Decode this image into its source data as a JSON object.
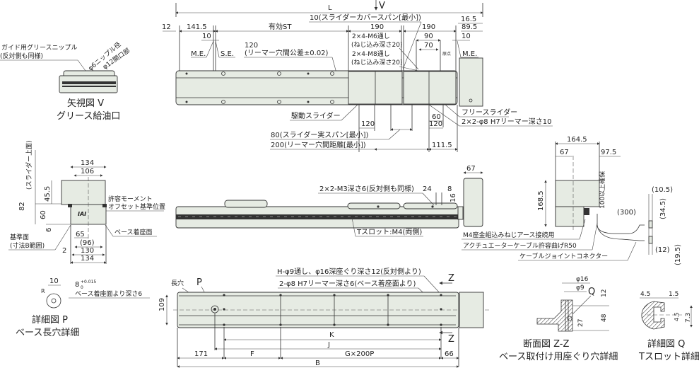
{
  "top_view": {
    "arrow_v": "V",
    "L": "L",
    "cover_span": "10(スライダーカバースパン[最小])",
    "d12": "12",
    "d141_5": "141.5",
    "stroke": "有効ST",
    "d190a": "190",
    "d190b": "190",
    "d16_5": "16.5",
    "d89_5": "89.5",
    "d10a": "10",
    "d10b": "10",
    "me_left": "M.E.",
    "se": "S.E.",
    "me_right": "M.E.",
    "origin": "原点",
    "d120": "120",
    "reamer_tol": "(リーマー穴間公差±0.02)",
    "m6": "2×4-M6通し",
    "m6_depth": "(ねじ込み深さ20)",
    "m8": "2×4-M8通し",
    "m8_depth": "(ねじ込み深さ20)",
    "d90": "90",
    "d70": "70",
    "drive_slider": "駆動スライダー",
    "free_slider": "フリースライダー",
    "reamer10": "2×2-φ8 H7リーマー深さ10",
    "d60": "60",
    "d120b": "120",
    "d120c": "120",
    "slider_span": "80(スライダー実スパン[最小])",
    "reamer_dist": "200(リーマー穴間距離[最小])",
    "d111_5": "111.5"
  },
  "view_v": {
    "nipple": "ガイド用グリースニップル",
    "nipple_same": "(反対側も同様)",
    "phi6": "φ6ニップル径",
    "phi12": "φ12開口部",
    "title": "矢視図 V",
    "subtitle": "グリース給油口"
  },
  "end_view": {
    "d134top": "134",
    "d106": "106",
    "d82": "82",
    "slider_top": "(スライダー上面)",
    "d45_5": "45.5",
    "d60": "60",
    "d6": "6",
    "moment": "許容モーメント",
    "offset": "オフセット基準位置",
    "logo": "IAI",
    "ref_face": "基準面",
    "ref_range": "(寸法B範囲)",
    "base_face": "ベース着座面",
    "d65": "65",
    "d96": "(96)",
    "d2": "2",
    "d130": "130",
    "d134bot": "134"
  },
  "side_view": {
    "m3": "2×2-M3深さ6(反対側も同様)",
    "d24": "24",
    "d8": "8",
    "d16": "16",
    "d67": "67",
    "tslot": "Tスロット:M4(両側)"
  },
  "motor_view": {
    "d164_5": "164.5",
    "d67": "67",
    "d97_5": "97.5",
    "clearance": "100以上確保",
    "d168_5": "168.5",
    "d300": "(300)",
    "d10_5": "(10.5)",
    "d34_5": "(34.5)",
    "d12": "(12)",
    "d19_5": "(19.5)",
    "earth": "M4座金組込みねじアース接続用",
    "cable_bend": "アクチュエーターケーブル許容曲げR50",
    "connector": "ケーブルジョイントコネクター"
  },
  "detail_p": {
    "d10": "10",
    "r": "R",
    "d8": "8",
    "tol_plus": "+0.015",
    "tol_zero": "0",
    "depth": "ベース着座面より深さ6",
    "title": "詳細図 P",
    "subtitle": "ベース長穴詳細"
  },
  "bottom_view": {
    "long_hole": "長穴",
    "p": "P",
    "holes": "H-φ9通し、φ16深座ぐり深さ12(反対側より)",
    "reamer": "2-φ8 H7リーマー深さ6(ベース着座面より)",
    "z_top": "Z",
    "z_bottom": "Z",
    "d109": "109",
    "K": "K",
    "J": "J",
    "d171": "171",
    "F": "F",
    "pitch": "G×200P",
    "d66": "66",
    "B": "B"
  },
  "section_zz": {
    "phi16": "φ16",
    "phi9": "φ9",
    "q": "Q",
    "d12": "12",
    "d48": "48",
    "d27": "27",
    "title": "断面図 Z-Z",
    "subtitle": "ベース取付け用座ぐり穴詳細"
  },
  "detail_q": {
    "d4_5a": "4.5",
    "d1_5": "1.5",
    "d4_5b": "4.5",
    "d7_3": "7.3",
    "title": "詳細図 Q",
    "subtitle": "Tスロット詳細"
  }
}
